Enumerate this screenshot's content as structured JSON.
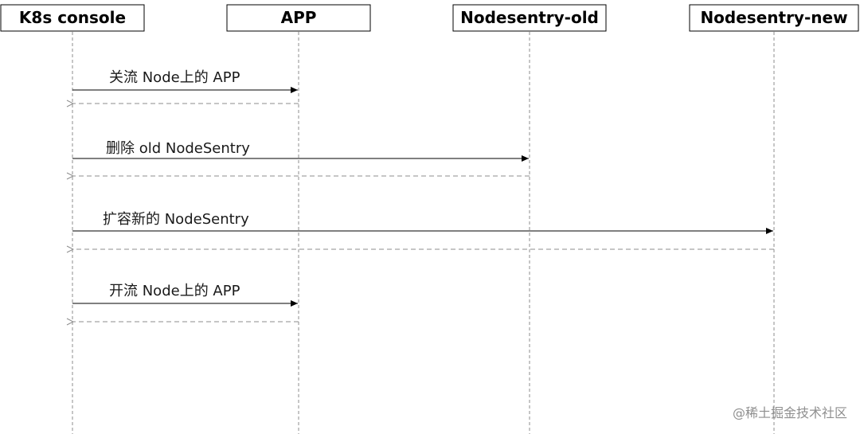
{
  "participants": [
    {
      "id": "k8s",
      "label": "K8s console"
    },
    {
      "id": "app",
      "label": "APP"
    },
    {
      "id": "ns_old",
      "label": "Nodesentry-old"
    },
    {
      "id": "ns_new",
      "label": "Nodesentry-new"
    }
  ],
  "messages": [
    {
      "from": "k8s",
      "to": "app",
      "label": "关流 Node上的 APP"
    },
    {
      "from": "k8s",
      "to": "ns_old",
      "label": "删除 old NodeSentry"
    },
    {
      "from": "k8s",
      "to": "ns_new",
      "label": "扩容新的 NodeSentry"
    },
    {
      "from": "k8s",
      "to": "app",
      "label": "开流 Node上的 APP"
    }
  ],
  "watermark": "@稀土掘金技术社区"
}
